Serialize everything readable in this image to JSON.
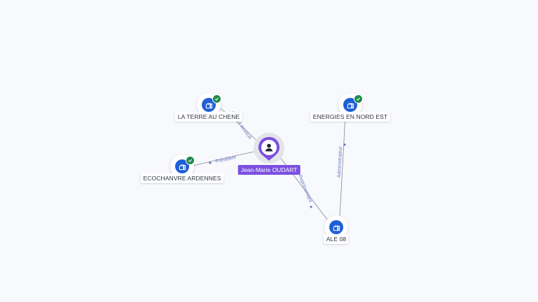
{
  "colors": {
    "background": "#f8f9fc",
    "company_node": "#1f5fd6",
    "person_node": "#7b4fe0",
    "verified_badge": "#1f8a4c",
    "edge": "#7d8596",
    "edge_label": "#6b78c8"
  },
  "icons": {
    "company": "building-icon",
    "person": "user-icon",
    "verified": "check-badge-icon"
  },
  "person": {
    "name": "Jean-Marie OUDART"
  },
  "companies": [
    {
      "id": "terre",
      "name": "LA TERRE AU CHENE",
      "verified": true
    },
    {
      "id": "ecochanvre",
      "name": "ECOCHANVRE ARDENNES",
      "verified": true
    },
    {
      "id": "energies",
      "name": "ENERGIES EN NORD EST",
      "verified": true
    },
    {
      "id": "ale08",
      "name": "ALE 08",
      "verified": false
    }
  ],
  "edges": [
    {
      "id": "e-terre",
      "label": "Gérant associé",
      "source": "person",
      "target": "terre"
    },
    {
      "id": "e-eco",
      "label": "Président",
      "source": "person",
      "target": "ecochanvre"
    },
    {
      "id": "e-ale",
      "label": "Représentant",
      "source": "person",
      "target": "ale08"
    },
    {
      "id": "e-energies",
      "label": "Administrateur",
      "source": "ale08",
      "target": "energies"
    }
  ]
}
